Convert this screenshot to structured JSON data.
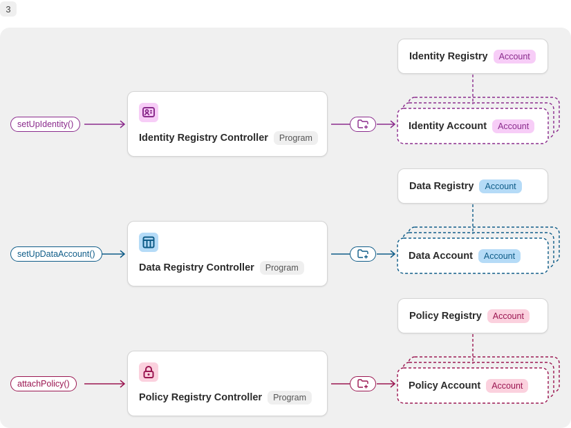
{
  "step_number": "3",
  "colors": {
    "identity": "#8a2a8c",
    "data": "#0d5b87",
    "policy": "#9a1550",
    "identity_badge": "#f7cdf7",
    "data_badge": "#b5dbf7",
    "policy_badge": "#fbd1de"
  },
  "rows": [
    {
      "call": "setUpIdentity()",
      "controller": "Identity Registry Controller",
      "controller_tag": "Program",
      "icon": "id-card-icon",
      "registry": "Identity Registry",
      "registry_tag": "Account",
      "account": "Identity Account",
      "account_tag": "Account",
      "folder_icon": "folder-plus-icon"
    },
    {
      "call": "setUpDataAccount()",
      "controller": "Data Registry Controller",
      "controller_tag": "Program",
      "icon": "table-icon",
      "registry": "Data Registry",
      "registry_tag": "Account",
      "account": "Data Account",
      "account_tag": "Account",
      "folder_icon": "folder-plus-icon"
    },
    {
      "call": "attachPolicy()",
      "controller": "Policy Registry Controller",
      "controller_tag": "Program",
      "icon": "lock-icon",
      "registry": "Policy Registry",
      "registry_tag": "Account",
      "account": "Policy Account",
      "account_tag": "Account",
      "folder_icon": "folder-plus-icon"
    }
  ]
}
